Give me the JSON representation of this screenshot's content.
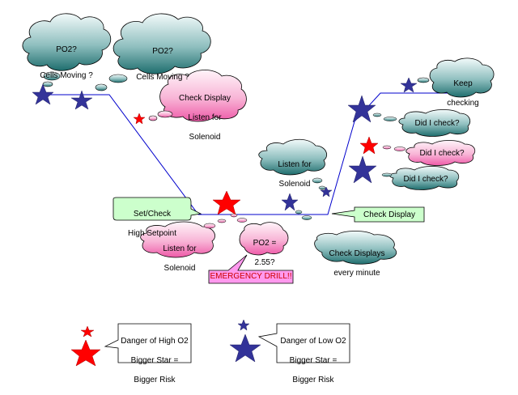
{
  "diagram": {
    "thoughts": {
      "t1": {
        "line1": "PO2?",
        "line2": "Cells Moving ?"
      },
      "t2": {
        "line1": "PO2?",
        "line2": "Cells Moving ?"
      },
      "t3": {
        "line1": "Check Display",
        "line2": "Listen for",
        "line3": "Solenoid"
      },
      "t4": {
        "line1": "Keep",
        "line2": "checking"
      },
      "t5": {
        "text": "Did I check?"
      },
      "t6": {
        "text": "Did I check?"
      },
      "t7": {
        "text": "Did I check?"
      },
      "t8": {
        "line1": "Listen for",
        "line2": "Solenoid"
      },
      "t9": {
        "line1": "Listen for",
        "line2": "Solenoid"
      },
      "t10": {
        "line1": "PO2 =",
        "line2": "2.55?"
      },
      "t11": {
        "line1": "Check Displays",
        "line2": "every minute"
      }
    },
    "callouts": {
      "setpoint": {
        "line1": "Set/Check",
        "line2": "High Setpoint"
      },
      "check_display": {
        "text": "Check Display"
      },
      "emergency": {
        "text": "EMERGENCY DRILL!!"
      }
    },
    "legend": {
      "high": {
        "line1": "Danger of High O2",
        "line2": "Bigger Star =",
        "line3": "Bigger Risk"
      },
      "low": {
        "line1": "Danger of Low O2",
        "line2": "Bigger Star =",
        "line3": "Bigger Risk"
      }
    },
    "colors": {
      "profile_line": "#0000cc",
      "cloud_teal_top": "#e8f4f4",
      "cloud_teal_bottom": "#1f6e6e",
      "cloud_pink_top": "#fff0f6",
      "cloud_pink_bottom": "#f060b0",
      "callout_green": "#ccffcc",
      "callout_magenta": "#ff99ee",
      "star_red": "#ff0000",
      "star_blue": "#333399"
    }
  }
}
